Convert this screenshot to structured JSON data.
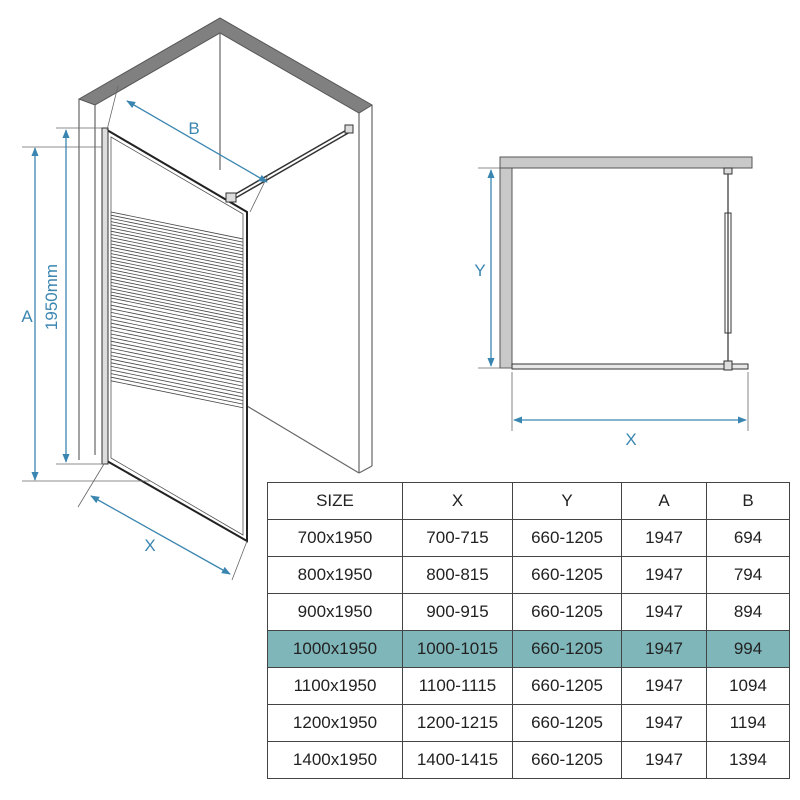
{
  "diagram": {
    "labels": {
      "b": "B",
      "a": "A",
      "height": "1950mm",
      "x_left": "X",
      "y_plan": "Y",
      "x_plan": "X"
    },
    "colors": {
      "dimension": "#3b86b0",
      "wall_top": "#808080",
      "highlight_row": "#7fb6b9"
    }
  },
  "table": {
    "headers": [
      "SIZE",
      "X",
      "Y",
      "A",
      "B"
    ],
    "highlight_row": 3,
    "rows": [
      [
        "700x1950",
        "700-715",
        "660-1205",
        "1947",
        "694"
      ],
      [
        "800x1950",
        "800-815",
        "660-1205",
        "1947",
        "794"
      ],
      [
        "900x1950",
        "900-915",
        "660-1205",
        "1947",
        "894"
      ],
      [
        "1000x1950",
        "1000-1015",
        "660-1205",
        "1947",
        "994"
      ],
      [
        "1100x1950",
        "1100-1115",
        "660-1205",
        "1947",
        "1094"
      ],
      [
        "1200x1950",
        "1200-1215",
        "660-1205",
        "1947",
        "1194"
      ],
      [
        "1400x1950",
        "1400-1415",
        "660-1205",
        "1947",
        "1394"
      ]
    ]
  }
}
